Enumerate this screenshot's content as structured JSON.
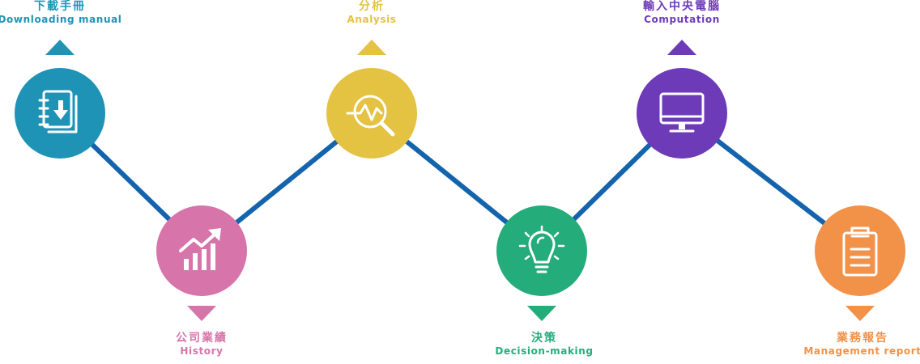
{
  "colors": {
    "line": "#1363ad",
    "download": "#1f93b6",
    "history": "#d774aa",
    "analysis": "#e4c242",
    "decision": "#24ad7a",
    "computation": "#6d3bb8",
    "report": "#f29148",
    "icon": "#ffffff"
  },
  "steps": [
    {
      "key": "download",
      "zh": "下載手冊",
      "en": "Downloading manual",
      "icon": "download-manual-icon"
    },
    {
      "key": "history",
      "zh": "公司業績",
      "en": "History",
      "icon": "growth-chart-icon"
    },
    {
      "key": "analysis",
      "zh": "分析",
      "en": "Analysis",
      "icon": "magnifier-pulse-icon"
    },
    {
      "key": "decision",
      "zh": "決策",
      "en": "Decision-making",
      "icon": "lightbulb-icon"
    },
    {
      "key": "computation",
      "zh": "輸入中央電腦",
      "en": "Computation",
      "icon": "monitor-icon"
    },
    {
      "key": "report",
      "zh": "業務報告",
      "en": "Management report",
      "icon": "clipboard-icon"
    }
  ]
}
